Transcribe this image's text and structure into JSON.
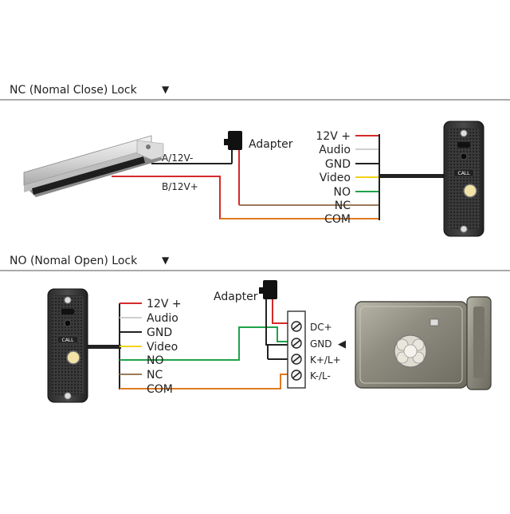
{
  "sections": {
    "nc": {
      "title": "NC (Nomal Close) Lock",
      "arrow": "▼"
    },
    "no": {
      "title": "NO (Nomal Open) Lock",
      "arrow": "▼"
    }
  },
  "nc_diagram": {
    "adapter_label": "Adapter",
    "maglock_wire_a": "A/12V-",
    "maglock_wire_b": "B/12V+",
    "wires": [
      {
        "label": "12V +",
        "color": "#d42a2a"
      },
      {
        "label": "Audio",
        "color": "#cfcfcf"
      },
      {
        "label": "GND",
        "color": "#222222"
      },
      {
        "label": "Video",
        "color": "#f2d21a"
      },
      {
        "label": "NO",
        "color": "#1fa34a"
      },
      {
        "label": "NC",
        "color": "#9b7b5a"
      },
      {
        "label": "COM",
        "color": "#e07b20"
      }
    ],
    "panel_button_text": "CALL"
  },
  "no_diagram": {
    "adapter_label": "Adapter",
    "wires": [
      {
        "label": "12V +",
        "color": "#d42a2a"
      },
      {
        "label": "Audio",
        "color": "#cfcfcf"
      },
      {
        "label": "GND",
        "color": "#222222"
      },
      {
        "label": "Video",
        "color": "#f2d21a"
      },
      {
        "label": "NO",
        "color": "#1fa34a"
      },
      {
        "label": "NC",
        "color": "#9b7b5a"
      },
      {
        "label": "COM",
        "color": "#e07b20"
      }
    ],
    "terminals": [
      "DC+",
      "GND",
      "K+/L+",
      "K-/L-"
    ],
    "terminal_arrow": "◀",
    "panel_button_text": "CALL"
  }
}
